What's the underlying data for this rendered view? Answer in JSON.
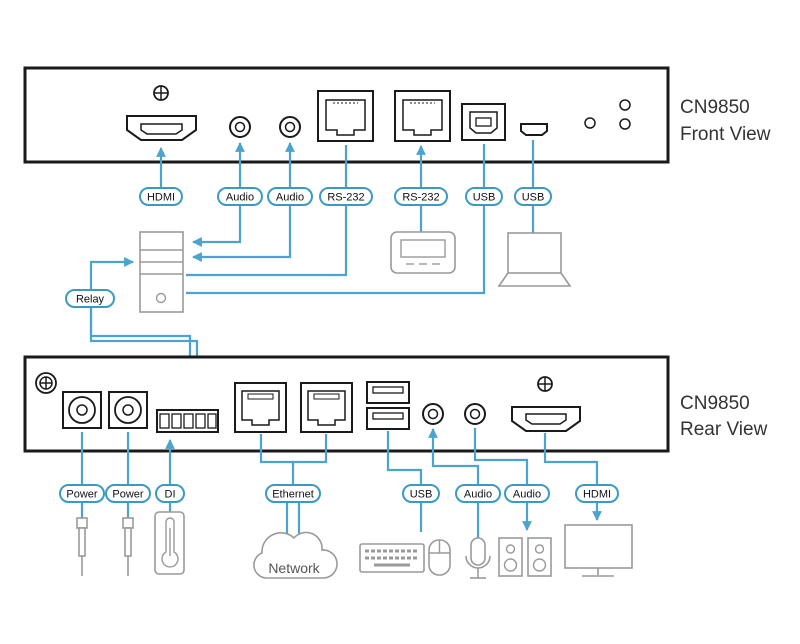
{
  "front_panel": {
    "title_line1": "CN9850",
    "title_line2": "Front View",
    "labels": {
      "hdmi": "HDMI",
      "audio_1": "Audio",
      "audio_2": "Audio",
      "rs232_1": "RS-232",
      "rs232_2": "RS-232",
      "usb_1": "USB",
      "usb_2": "USB",
      "relay": "Relay"
    }
  },
  "rear_panel": {
    "title_line1": "CN9850",
    "title_line2": "Rear View",
    "labels": {
      "power_1": "Power",
      "power_2": "Power",
      "di": "DI",
      "ethernet": "Ethernet",
      "usb": "USB",
      "audio_1": "Audio",
      "audio_2": "Audio",
      "hdmi": "HDMI"
    },
    "network_label": "Network"
  },
  "colors": {
    "wire": "#4da3cf",
    "pill_border": "#3a9ac4",
    "device_outline": "#9a9a9a",
    "panel_outline": "#1a1a1a"
  },
  "icons": [
    "hdmi-port-icon",
    "audio-jack-icon",
    "rj45-port-icon",
    "usb-b-port-icon",
    "micro-usb-port-icon",
    "led-indicator-icon",
    "ground-screw-icon",
    "dc-power-jack-icon",
    "terminal-block-icon",
    "usb-a-port-icon",
    "pc-tower-icon",
    "serial-device-icon",
    "laptop-icon",
    "power-plug-icon",
    "thermometer-icon",
    "network-cloud-icon",
    "keyboard-icon",
    "mouse-icon",
    "microphone-icon",
    "speakers-icon",
    "monitor-icon"
  ]
}
